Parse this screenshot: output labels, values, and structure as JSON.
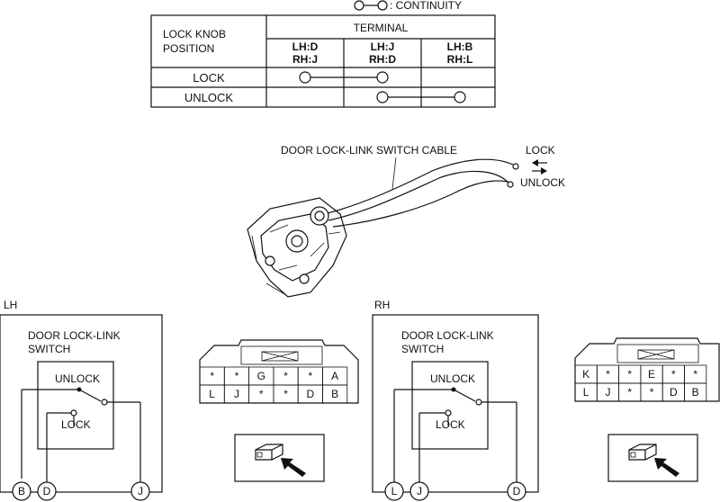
{
  "legend": {
    "label": ": CONTINUITY"
  },
  "continuity_table": {
    "corner_header_line1": "LOCK KNOB",
    "corner_header_line2": "POSITION",
    "group_header": "TERMINAL",
    "columns": [
      {
        "line1": "LH:D",
        "line2": "RH:J"
      },
      {
        "line1": "LH:J",
        "line2": "RH:D"
      },
      {
        "line1": "LH:B",
        "line2": "RH:L"
      }
    ],
    "rows": [
      {
        "label": "LOCK",
        "connected_columns": [
          0,
          1
        ]
      },
      {
        "label": "UNLOCK",
        "connected_columns": [
          1,
          2
        ]
      }
    ]
  },
  "assembly": {
    "cable_label": "DOOR LOCK-LINK SWITCH CABLE",
    "direction_lock": "LOCK",
    "direction_unlock": "UNLOCK"
  },
  "lh": {
    "side_label": "LH",
    "switch_title_line1": "DOOR LOCK-LINK",
    "switch_title_line2": "SWITCH",
    "unlock_label": "UNLOCK",
    "lock_label": "LOCK",
    "terminals": [
      "B",
      "D",
      "J"
    ],
    "connector_top": [
      "*",
      "*",
      "G",
      "*",
      "*",
      "A"
    ],
    "connector_bottom": [
      "L",
      "J",
      "*",
      "*",
      "D",
      "B"
    ]
  },
  "rh": {
    "side_label": "RH",
    "switch_title_line1": "DOOR LOCK-LINK",
    "switch_title_line2": "SWITCH",
    "unlock_label": "UNLOCK",
    "lock_label": "LOCK",
    "terminals": [
      "L",
      "J",
      "D"
    ],
    "connector_top": [
      "K",
      "*",
      "*",
      "E",
      "*",
      "*"
    ],
    "connector_bottom": [
      "L",
      "J",
      "*",
      "*",
      "D",
      "B"
    ]
  }
}
